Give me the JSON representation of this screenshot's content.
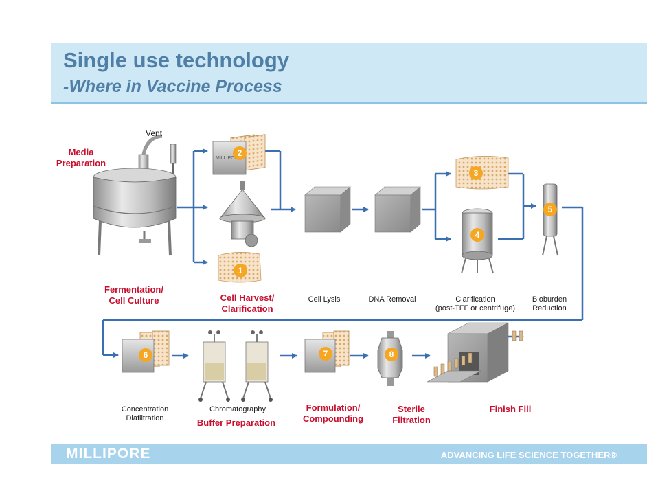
{
  "header": {
    "title": "Single use technology",
    "subtitle": "-Where in Vaccine Process"
  },
  "labels": {
    "vent": "Vent",
    "media_prep_1": "Media",
    "media_prep_2": "Preparation",
    "fermentation_1": "Fermentation/",
    "fermentation_2": "Cell Culture",
    "cell_harvest_1": "Cell Harvest/",
    "cell_harvest_2": "Clarification",
    "cell_lysis": "Cell Lysis",
    "dna_removal": "DNA Removal",
    "clarification_1": "Clarification",
    "clarification_2": "(post-TFF or centrifuge)",
    "bioburden_1": "Bioburden",
    "bioburden_2": "Reduction",
    "concentration_1": "Concentration",
    "concentration_2": "Diafiltration",
    "chromatography": "Chromatography",
    "buffer_prep": "Buffer Preparation",
    "formulation_1": "Formulation/",
    "formulation_2": "Compounding",
    "sterile_1": "Sterile",
    "sterile_2": "Filtration",
    "finish_fill": "Finish Fill"
  },
  "badges": {
    "b1": "1",
    "b2": "2",
    "b3": "3",
    "b4": "4",
    "b5": "5",
    "b6": "6",
    "b7": "7",
    "b8": "8"
  },
  "cassette_brand": "MILLIPORE",
  "footer": {
    "logo": "MILLIPORE",
    "tagline": "ADVANCING LIFE SCIENCE TOGETHER®"
  },
  "colors": {
    "title": "#4f7fa6",
    "title_band": "#cfe8f5",
    "footer_band": "#a8d3ec",
    "red_label": "#c8102e",
    "badge_orange": "#f5a623",
    "flow_line": "#3a6fb0"
  }
}
